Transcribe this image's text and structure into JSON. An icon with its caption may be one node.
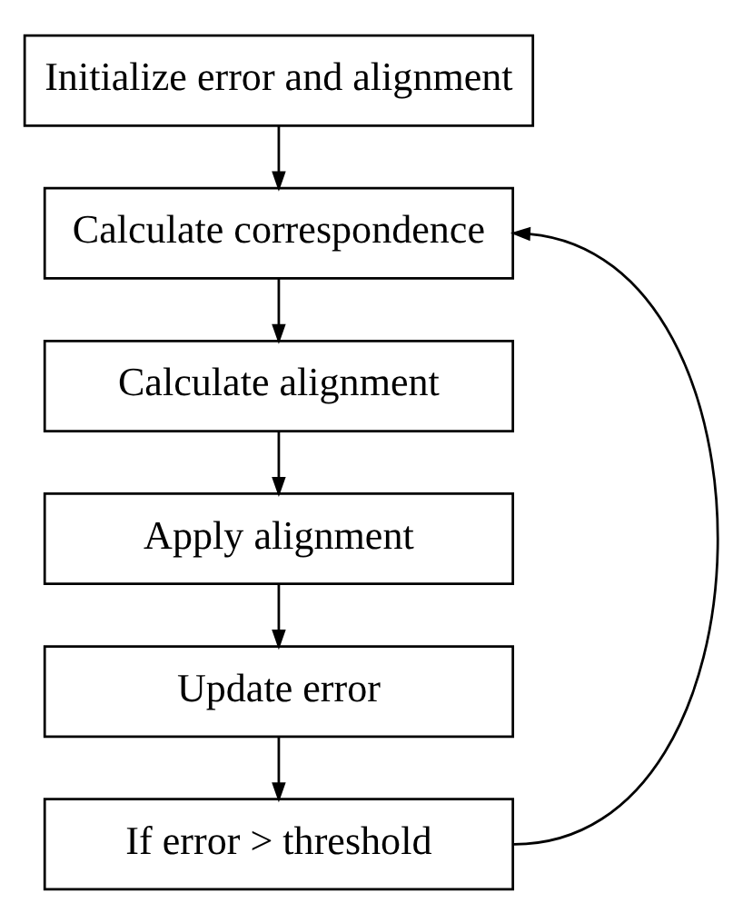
{
  "diagram": {
    "nodes": [
      {
        "text": [
          "Initialize error and alignment"
        ]
      },
      {
        "text": [
          "Calculate correspondence"
        ]
      },
      {
        "text": [
          "Calculate alignment"
        ]
      },
      {
        "text": [
          "Apply alignment"
        ]
      },
      {
        "text": [
          "Update error"
        ]
      },
      {
        "text": [
          "If error > threshold"
        ]
      }
    ],
    "edges": [
      {
        "from": 0,
        "to": 1,
        "arrow": "to"
      },
      {
        "from": 1,
        "to": 2,
        "arrow": "to"
      },
      {
        "from": 2,
        "to": 3,
        "arrow": "to"
      },
      {
        "from": 3,
        "to": 4,
        "arrow": "to"
      },
      {
        "from": 4,
        "to": 5,
        "arrow": "to"
      },
      {
        "from": 5,
        "to": 1,
        "arrow": "to"
      }
    ]
  }
}
